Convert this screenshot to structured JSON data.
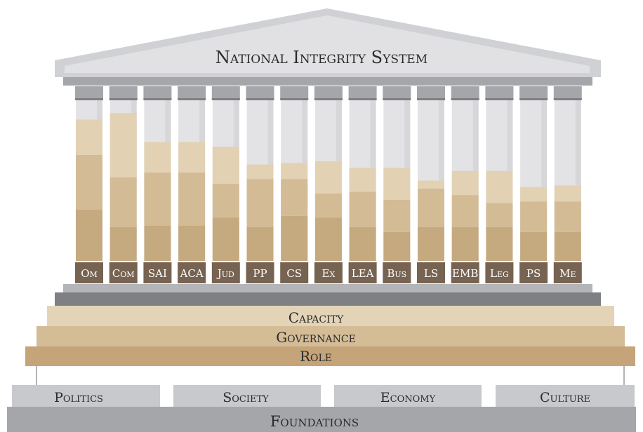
{
  "title": "National Integrity System",
  "pillars": [
    {
      "label": "Om",
      "segments": [
        0.32,
        0.34,
        0.22
      ]
    },
    {
      "label": "Com",
      "segments": [
        0.21,
        0.31,
        0.4
      ]
    },
    {
      "label": "SAI",
      "segments": [
        0.22,
        0.33,
        0.19
      ]
    },
    {
      "label": "ACA",
      "segments": [
        0.22,
        0.33,
        0.19
      ]
    },
    {
      "label": "Jud",
      "segments": [
        0.27,
        0.21,
        0.23
      ]
    },
    {
      "label": "PP",
      "segments": [
        0.21,
        0.3,
        0.09
      ]
    },
    {
      "label": "CS",
      "segments": [
        0.28,
        0.23,
        0.1
      ]
    },
    {
      "label": "Ex",
      "segments": [
        0.27,
        0.15,
        0.2
      ]
    },
    {
      "label": "LEA",
      "segments": [
        0.21,
        0.22,
        0.15
      ]
    },
    {
      "label": "Bus",
      "segments": [
        0.18,
        0.2,
        0.2
      ]
    },
    {
      "label": "LS",
      "segments": [
        0.21,
        0.24,
        0.05
      ]
    },
    {
      "label": "EMB",
      "segments": [
        0.21,
        0.2,
        0.15
      ]
    },
    {
      "label": "Leg",
      "segments": [
        0.21,
        0.15,
        0.2
      ]
    },
    {
      "label": "PS",
      "segments": [
        0.18,
        0.19,
        0.09
      ]
    },
    {
      "label": "Me",
      "segments": [
        0.18,
        0.19,
        0.1
      ]
    }
  ],
  "steps": [
    {
      "label": "Capacity"
    },
    {
      "label": "Governance"
    },
    {
      "label": "Role"
    }
  ],
  "foundations": [
    {
      "label": "Politics"
    },
    {
      "label": "Society"
    },
    {
      "label": "Economy"
    },
    {
      "label": "Culture"
    }
  ],
  "base_label": "Foundations",
  "colors": {
    "roof_light": "#dcdcde",
    "roof_dark": "#bfc0c3",
    "grey_mid": "#a4a6aa",
    "grey_dark": "#7e8084",
    "shaft_top": "#e3e3e6",
    "seg_dark": "#c5a97f",
    "seg_mid": "#d3bb95",
    "seg_light": "#e2d1b3",
    "label_brown": "#776351",
    "text_dark": "#2b2b2b",
    "step_capacity": "#e3d4b8",
    "step_governance": "#d4bc96",
    "step_role": "#c5a47a"
  }
}
